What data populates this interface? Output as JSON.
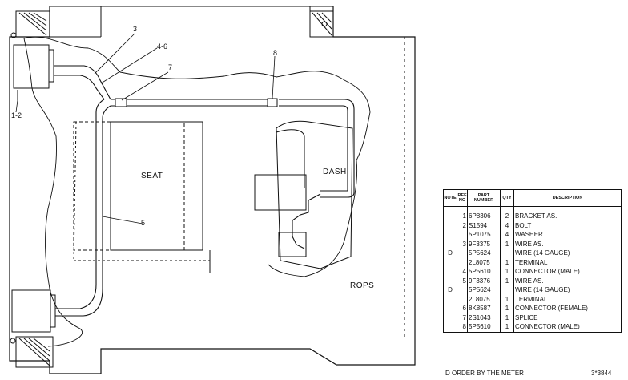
{
  "diagram": {
    "callouts": {
      "c3": "3",
      "c46": "4-6",
      "c7": "7",
      "c8": "8",
      "c12": "1-2",
      "c5": "5"
    },
    "labels": {
      "seat": "SEAT",
      "dash": "DASH",
      "rops": "ROPS"
    }
  },
  "parts_table": {
    "headers": {
      "note": "NOTE",
      "ref_no": "REF NO",
      "part_number": "PART NUMBER",
      "qty": "QTY",
      "description": "DESCRIPTION"
    },
    "rows": [
      {
        "note": "",
        "ref": "1",
        "part": "6P8306",
        "qty": "2",
        "desc": "BRACKET AS."
      },
      {
        "note": "",
        "ref": "2",
        "part": "S1594",
        "qty": "4",
        "desc": "BOLT"
      },
      {
        "note": "",
        "ref": "",
        "part": "5P1075",
        "qty": "4",
        "desc": "WASHER"
      },
      {
        "note": "",
        "ref": "3",
        "part": "9F3375",
        "qty": "1",
        "desc": "WIRE AS."
      },
      {
        "note": "D",
        "ref": "",
        "part": "5P5624",
        "qty": "",
        "desc": "WIRE (14 GAUGE)"
      },
      {
        "note": "",
        "ref": "",
        "part": "2L8075",
        "qty": "1",
        "desc": "TERMINAL"
      },
      {
        "note": "",
        "ref": "4",
        "part": "5P5610",
        "qty": "1",
        "desc": "CONNECTOR (MALE)"
      },
      {
        "note": "",
        "ref": "5",
        "part": "9F3376",
        "qty": "1",
        "desc": "WIRE AS."
      },
      {
        "note": "D",
        "ref": "",
        "part": "5P5624",
        "qty": "",
        "desc": "WIRE (14 GAUGE)"
      },
      {
        "note": "",
        "ref": "",
        "part": "2L8075",
        "qty": "1",
        "desc": "TERMINAL"
      },
      {
        "note": "",
        "ref": "6",
        "part": "8K8587",
        "qty": "1",
        "desc": "CONNECTOR (FEMALE)"
      },
      {
        "note": "",
        "ref": "7",
        "part": "2S1043",
        "qty": "1",
        "desc": "SPLICE"
      },
      {
        "note": "",
        "ref": "8",
        "part": "5P5610",
        "qty": "1",
        "desc": "CONNECTOR (MALE)"
      }
    ]
  },
  "footnote": "D ORDER BY THE METER",
  "figure_id": "3*3844"
}
